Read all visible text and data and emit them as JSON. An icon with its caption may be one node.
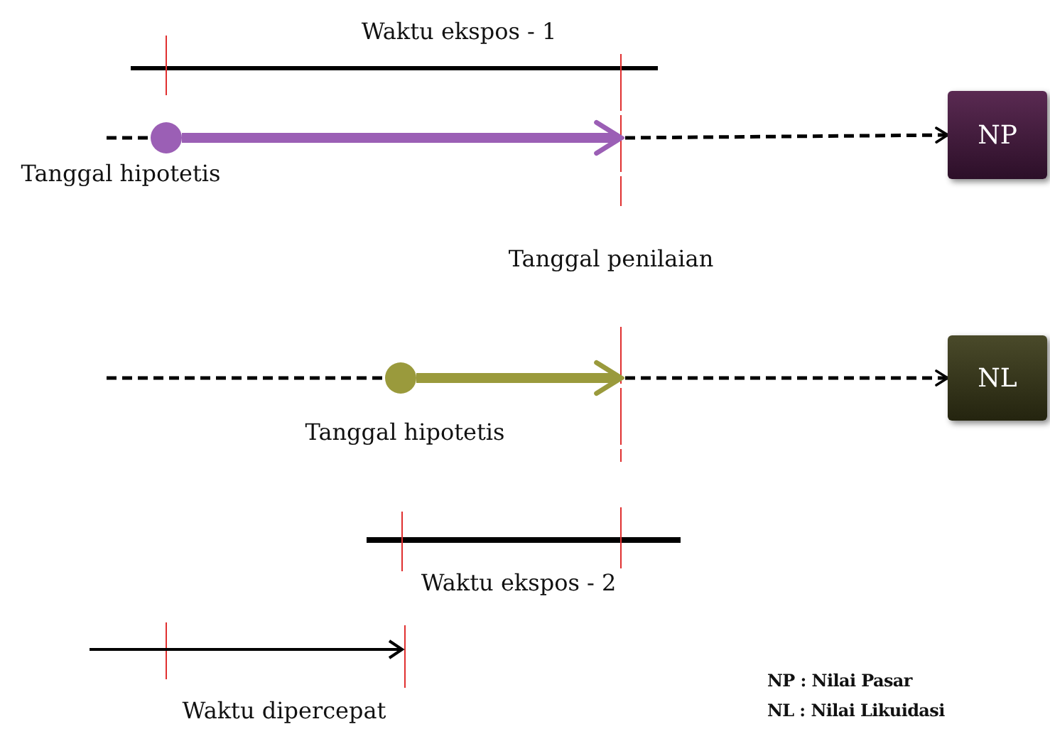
{
  "diagram": {
    "nodes": [
      {
        "text": [],
        "shape": "circle",
        "beside": [
          "Tanggal hipotetis"
        ]
      },
      {
        "text": [
          "NP"
        ]
      },
      {
        "text": [],
        "shape": "circle",
        "beside": [
          "Tanggal hipotetis"
        ]
      },
      {
        "text": [
          "NL"
        ]
      }
    ],
    "edges": [
      {
        "from": null,
        "to": 0,
        "arrow": "none",
        "style": "dashed"
      },
      {
        "from": 0,
        "to": null,
        "arrow": "to",
        "style": "thick",
        "color": "#9b5fb5"
      },
      {
        "from": null,
        "to": 1,
        "arrow": "to",
        "style": "dashed"
      },
      {
        "from": null,
        "to": 2,
        "arrow": "none",
        "style": "dashed"
      },
      {
        "from": 2,
        "to": null,
        "arrow": "to",
        "style": "thick",
        "color": "#9a9a3c"
      },
      {
        "from": null,
        "to": 3,
        "arrow": "to",
        "style": "dashed"
      }
    ],
    "labels": [
      "Waktu ekspos - 1",
      "Tanggal penilaian",
      "Waktu ekspos - 2",
      "Waktu dipercepat",
      "NP : Nilai Pasar",
      "NL : Nilai Likuidasi"
    ]
  }
}
